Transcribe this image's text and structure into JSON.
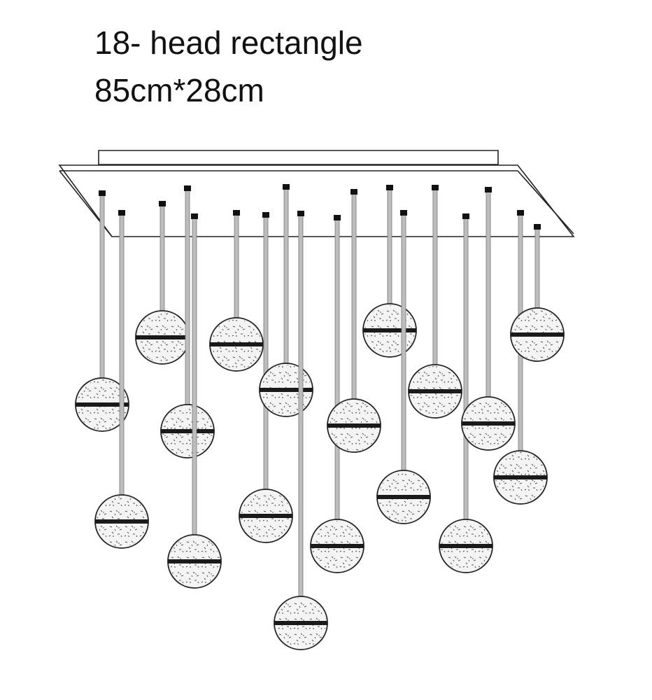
{
  "caption": {
    "title": "18- head rectangle",
    "dimensions": "85cm*28cm"
  },
  "diagram": {
    "pendant_count": 18,
    "colors": {
      "line": "#222222",
      "rod": "#bdbdbd",
      "sphere_fill": "#f4f4f4",
      "band": "#1a1a1a"
    }
  }
}
